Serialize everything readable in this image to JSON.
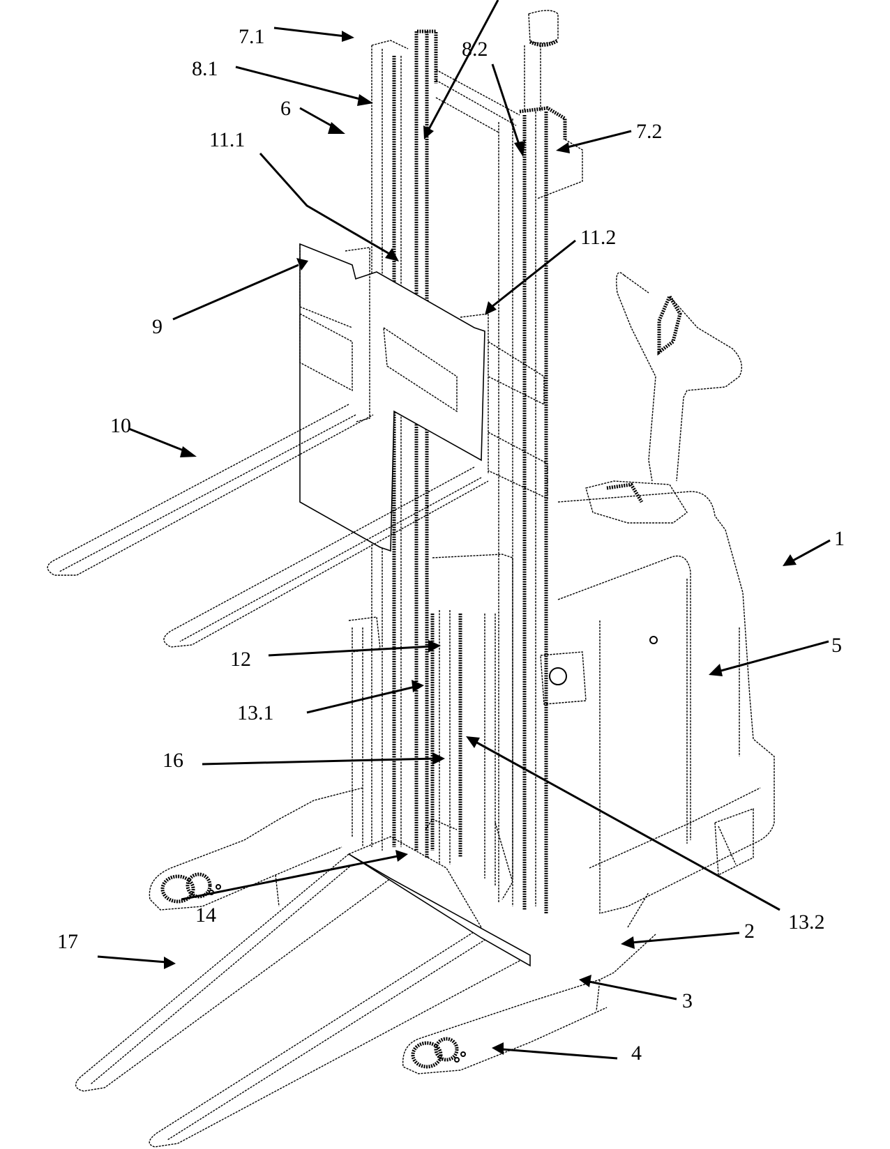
{
  "figure": {
    "subject": "pallet stacker / pedestrian forklift truck, isometric patent line drawing",
    "colors": {
      "ink": "#000000",
      "paper": "#ffffff"
    }
  },
  "labels": [
    {
      "id": "1",
      "text": "1",
      "part": "industrial truck"
    },
    {
      "id": "2",
      "text": "2",
      "part": "wheel arm"
    },
    {
      "id": "3",
      "text": "3",
      "part": "wheel arm section"
    },
    {
      "id": "4",
      "text": "4",
      "part": "load wheel"
    },
    {
      "id": "5",
      "text": "5",
      "part": "drive housing"
    },
    {
      "id": "6",
      "text": "6",
      "part": "lifting mast"
    },
    {
      "id": "7.1",
      "text": "7.1",
      "part": "outer mast profile left"
    },
    {
      "id": "7.2",
      "text": "7.2",
      "part": "outer mast profile right"
    },
    {
      "id": "8.1",
      "text": "8.1",
      "part": "inner mast profile left"
    },
    {
      "id": "8.2",
      "text": "8.2",
      "part": "inner mast profile right"
    },
    {
      "id": "9",
      "text": "9",
      "part": "fork carriage"
    },
    {
      "id": "10",
      "text": "10",
      "part": "load forks"
    },
    {
      "id": "11.1",
      "text": "11.1",
      "part": "guide left"
    },
    {
      "id": "11.2",
      "text": "11.2",
      "part": "guide right"
    },
    {
      "id": "12",
      "text": "12",
      "part": "initial lift mast"
    },
    {
      "id": "13.1",
      "text": "13.1",
      "part": "initial lift profile left"
    },
    {
      "id": "13.2",
      "text": "13.2",
      "part": "initial lift profile right"
    },
    {
      "id": "14",
      "text": "14",
      "part": "initial lift carriage"
    },
    {
      "id": "16",
      "text": "16",
      "part": "lift cylinder"
    },
    {
      "id": "17",
      "text": "17",
      "part": "lower forks"
    }
  ]
}
